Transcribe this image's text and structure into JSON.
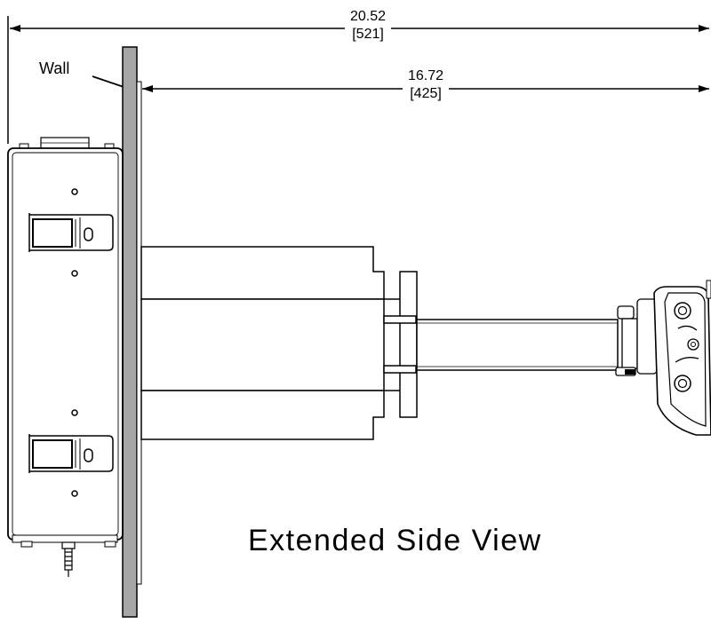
{
  "dimensions": {
    "overall": {
      "inches": "20.52",
      "mm": "[521]"
    },
    "arm": {
      "inches": "16.72",
      "mm": "[425]"
    }
  },
  "labels": {
    "wall": "Wall",
    "view_title": "Extended Side View"
  },
  "colors": {
    "line": "#000000",
    "wall_fill": "#a6a6a6",
    "background": "#ffffff"
  }
}
